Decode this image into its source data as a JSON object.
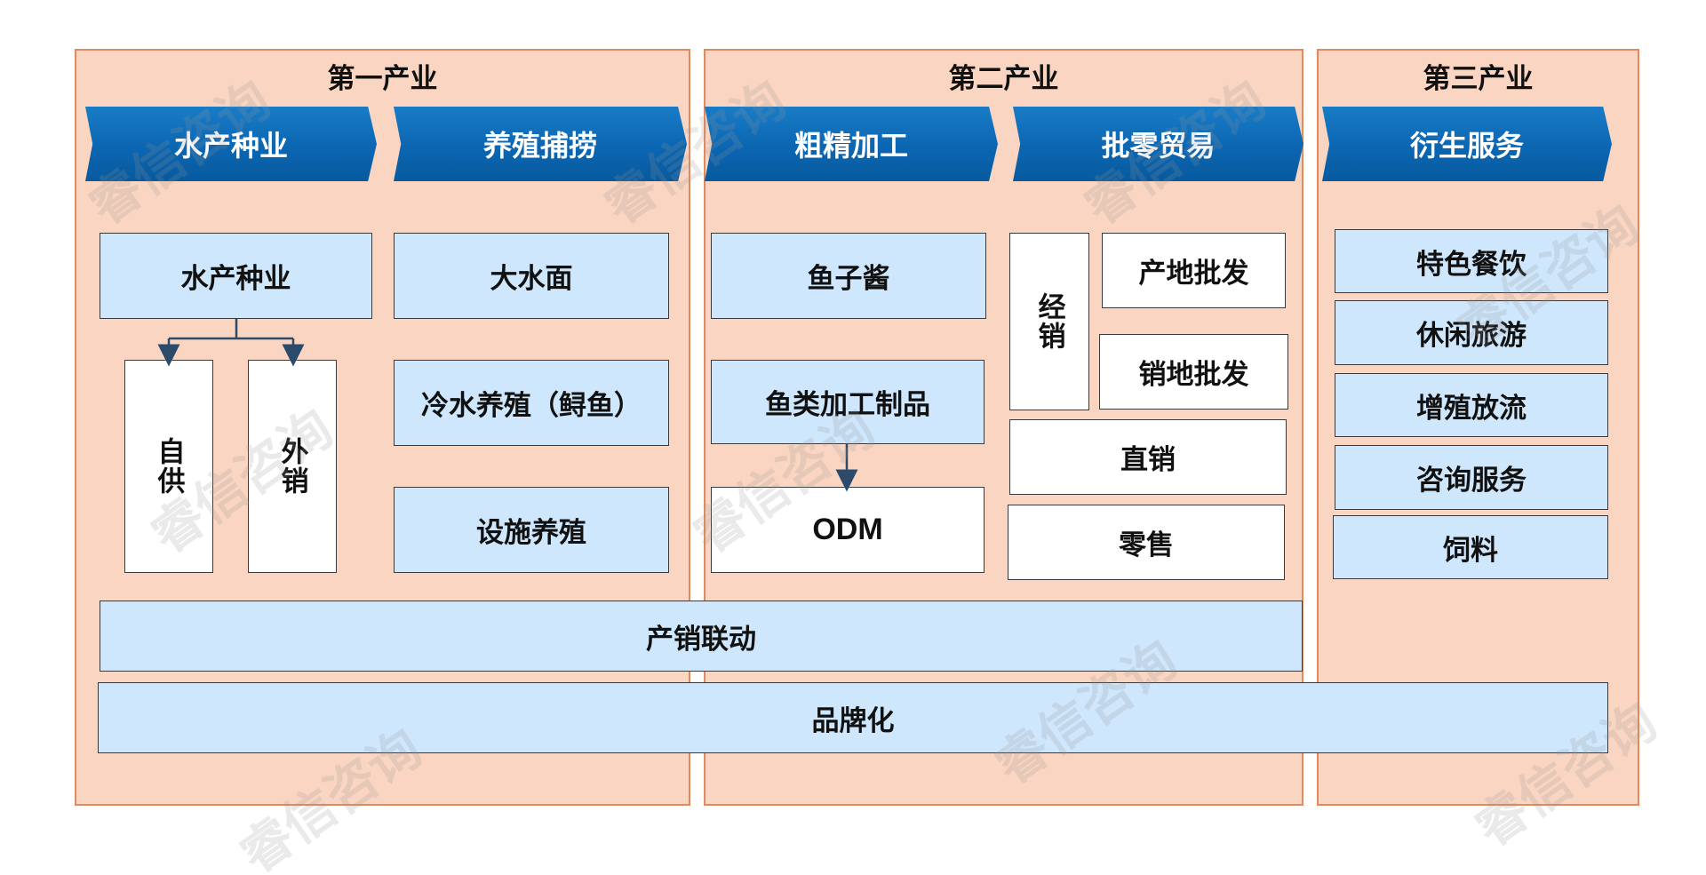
{
  "sectors": [
    {
      "title": "第一产业"
    },
    {
      "title": "第二产业"
    },
    {
      "title": "第三产业"
    }
  ],
  "stages": [
    "水产种业",
    "养殖捕捞",
    "粗精加工",
    "批零贸易",
    "衍生服务"
  ],
  "primary": {
    "seed_box": "水产种业",
    "self_supply": "自供",
    "external_sale": "外销",
    "farming": [
      "大水面",
      "冷水养殖（鲟鱼）",
      "设施养殖"
    ]
  },
  "secondary": {
    "processing": [
      "鱼子酱",
      "鱼类加工制品",
      "ODM"
    ],
    "distribution": "经销",
    "wholesale": [
      "产地批发",
      "销地批发"
    ],
    "direct_sales": "直销",
    "retail": "零售"
  },
  "tertiary": {
    "services": [
      "特色餐饮",
      "休闲旅游",
      "增殖放流",
      "咨询服务",
      "饲料"
    ]
  },
  "bands": {
    "production_sales": "产销联动",
    "branding": "品牌化"
  },
  "watermark": {
    "text": "睿信咨询"
  },
  "colors": {
    "panel_fill": "#fad5c2",
    "panel_border": "#e08a60",
    "chevron_blue": "#0b66b2",
    "box_light_blue": "#cfe7fc",
    "arrow": "#2c4a6a"
  }
}
